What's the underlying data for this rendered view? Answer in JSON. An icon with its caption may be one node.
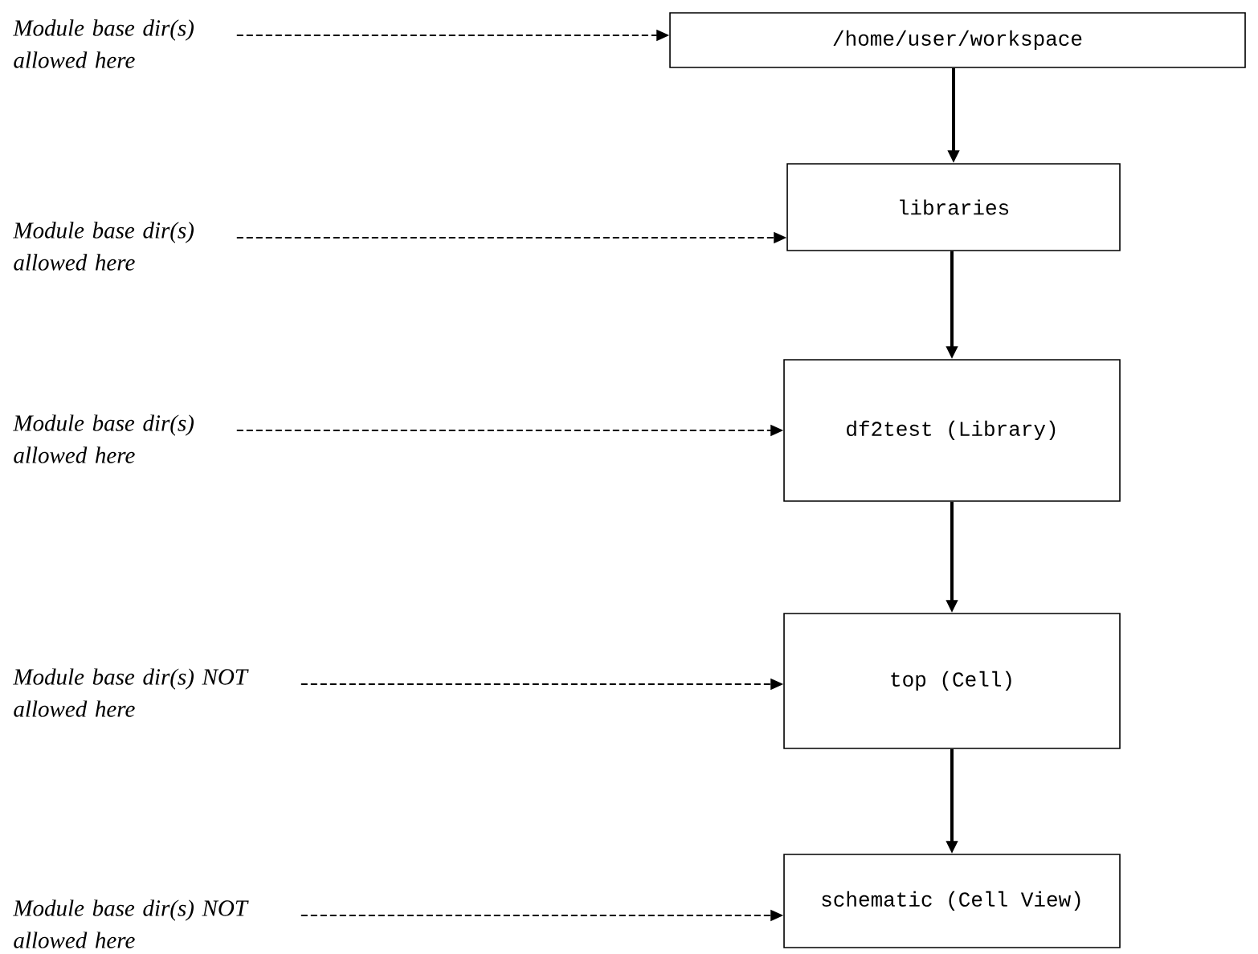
{
  "diagram": {
    "nodes": [
      {
        "text": [
          "Module base dir(s) allowed here"
        ]
      },
      {
        "text": [
          "/home/user/workspace"
        ]
      },
      {
        "text": [
          "Module base dir(s) allowed here"
        ]
      },
      {
        "text": [
          "libraries"
        ]
      },
      {
        "text": [
          "Module base dir(s) allowed here"
        ]
      },
      {
        "text": [
          "df2test (Library)"
        ]
      },
      {
        "text": [
          "Module base dir(s) NOT allowed here"
        ]
      },
      {
        "text": [
          "top (Cell)"
        ]
      },
      {
        "text": [
          "Module base dir(s) NOT allowed here"
        ]
      },
      {
        "text": [
          "schematic (Cell View)"
        ]
      }
    ],
    "edges": [
      {
        "from": 0,
        "to": 1,
        "arrow": "to",
        "style": "dashed"
      },
      {
        "from": 1,
        "to": 3,
        "arrow": "to"
      },
      {
        "from": 2,
        "to": 3,
        "arrow": "to",
        "style": "dashed"
      },
      {
        "from": 3,
        "to": 5,
        "arrow": "to"
      },
      {
        "from": 4,
        "to": 5,
        "arrow": "to",
        "style": "dashed"
      },
      {
        "from": 5,
        "to": 7,
        "arrow": "to"
      },
      {
        "from": 6,
        "to": 7,
        "arrow": "to",
        "style": "dashed"
      },
      {
        "from": 7,
        "to": 9,
        "arrow": "to"
      },
      {
        "from": 8,
        "to": 9,
        "arrow": "to",
        "style": "dashed"
      }
    ]
  }
}
